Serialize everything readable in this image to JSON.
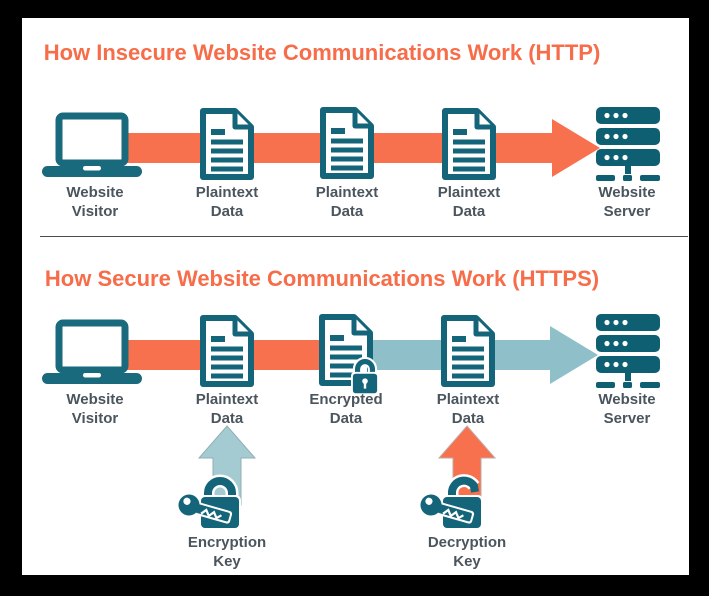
{
  "colors": {
    "orange": "#f8714e",
    "title_orange": "#f76c49",
    "teal_dark": "#15657a",
    "teal_dark_server": "#0f5f72",
    "teal_light_band": "#8fc0c9",
    "teal_light_arrow": "#a5cbd2",
    "label_gray": "#4b555e",
    "frame_black": "#000000",
    "background_white": "#ffffff"
  },
  "icons": {
    "laptop": "laptop-icon",
    "document": "document-icon",
    "server": "server-icon",
    "padlock": "padlock-icon",
    "key_lock_closed": "key-lock-closed-icon",
    "key_lock_open": "key-lock-open-icon",
    "arrow_right": "flow-arrow-right",
    "arrow_up": "key-arrow-up"
  },
  "http_section": {
    "title": "How Insecure Website Communications Work (HTTP)",
    "nodes": [
      {
        "id": "website-visitor",
        "line1": "Website",
        "line2": "Visitor"
      },
      {
        "id": "plaintext-data-1",
        "line1": "Plaintext",
        "line2": "Data"
      },
      {
        "id": "plaintext-data-2",
        "line1": "Plaintext",
        "line2": "Data"
      },
      {
        "id": "plaintext-data-3",
        "line1": "Plaintext",
        "line2": "Data"
      },
      {
        "id": "website-server",
        "line1": "Website",
        "line2": "Server"
      }
    ]
  },
  "https_section": {
    "title": "How Secure Website Communications Work (HTTPS)",
    "nodes": [
      {
        "id": "website-visitor",
        "line1": "Website",
        "line2": "Visitor"
      },
      {
        "id": "plaintext-data-sent",
        "line1": "Plaintext",
        "line2": "Data"
      },
      {
        "id": "encrypted-data",
        "line1": "Encrypted",
        "line2": "Data"
      },
      {
        "id": "plaintext-data-received",
        "line1": "Plaintext",
        "line2": "Data"
      },
      {
        "id": "website-server",
        "line1": "Website",
        "line2": "Server"
      }
    ],
    "keys": [
      {
        "id": "encryption-key",
        "line1": "Encryption",
        "line2": "Key"
      },
      {
        "id": "decryption-key",
        "line1": "Decryption",
        "line2": "Key"
      }
    ]
  }
}
